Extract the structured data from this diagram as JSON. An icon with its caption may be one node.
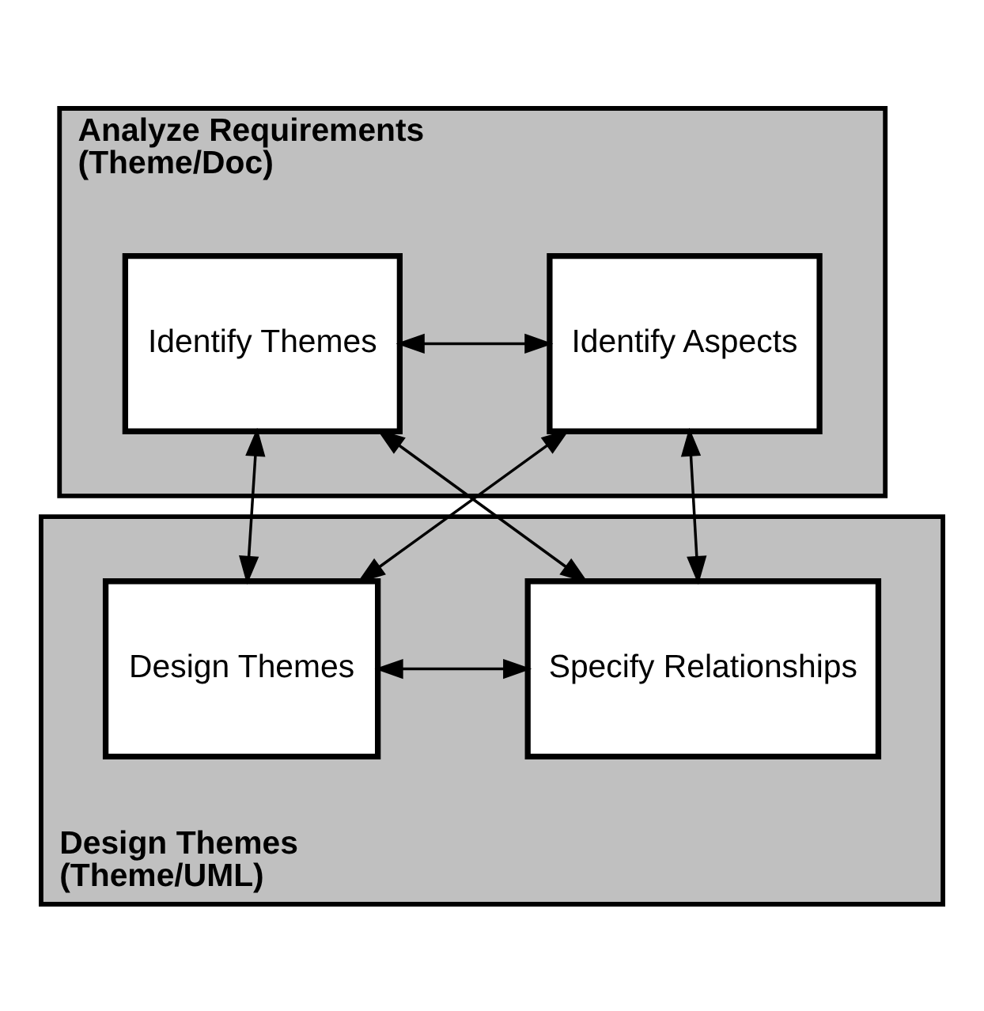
{
  "diagram": {
    "nodes": [
      {
        "text": [
          "Analyze Requirements (Theme/Doc)"
        ]
      },
      {
        "text": [
          "Identify Themes"
        ],
        "in": 0
      },
      {
        "text": [
          "Identify Aspects"
        ],
        "in": 0
      },
      {
        "text": [
          "Design Themes (Theme/UML)"
        ]
      },
      {
        "text": [
          "Design Themes"
        ],
        "in": 3
      },
      {
        "text": [
          "Specify Relationships"
        ],
        "in": 3
      }
    ],
    "edges": [
      {
        "from": 1,
        "to": 2,
        "arrow": "both"
      },
      {
        "from": 1,
        "to": 4,
        "arrow": "both"
      },
      {
        "from": 1,
        "to": 5,
        "arrow": "both"
      },
      {
        "from": 2,
        "to": 4,
        "arrow": "both"
      },
      {
        "from": 2,
        "to": 5,
        "arrow": "both"
      },
      {
        "from": 4,
        "to": 5,
        "arrow": "both"
      }
    ]
  }
}
